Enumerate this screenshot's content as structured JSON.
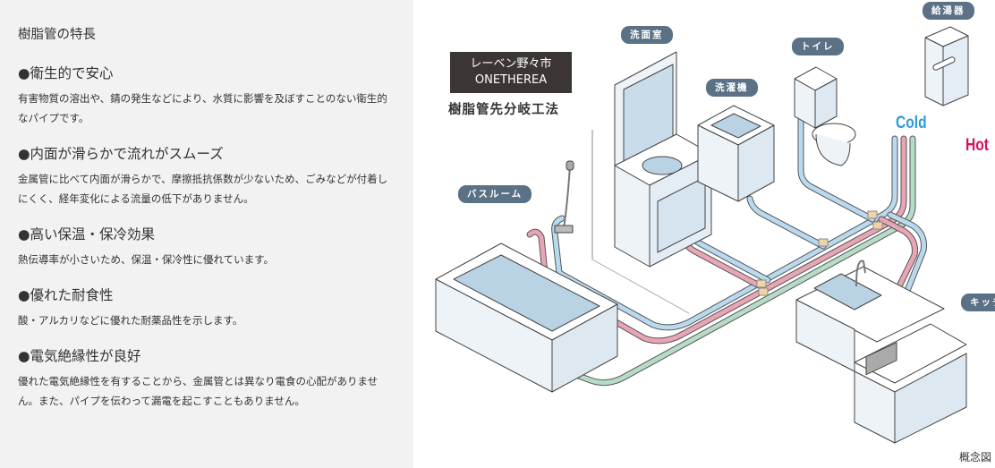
{
  "left_panel": {
    "title": "樹脂管の特長",
    "features": [
      {
        "heading": "●衛生的で安心",
        "body": "有害物質の溶出や、錆の発生などにより、水質に影響を及ぼすことのない衛生的なパイプです。"
      },
      {
        "heading": "●内面が滑らかで流れがスムーズ",
        "body": "金属管に比べて内面が滑らかで、摩擦抵抗係数が少ないため、ごみなどが付着しにくく、経年変化による流量の低下がありません。"
      },
      {
        "heading": "●高い保温・保冷効果",
        "body": "熱伝導率が小さいため、保温・保冷性に優れています。"
      },
      {
        "heading": "●優れた耐食性",
        "body": "酸・アルカリなどに優れた耐薬品性を示します。"
      },
      {
        "heading": "●電気絶縁性が良好",
        "body": "優れた電気絶縁性を有することから、金属管とは異なり電食の心配がありません。また、パイプを伝わって漏電を起こすこともありません。"
      }
    ]
  },
  "diagram": {
    "brand_line1": "レーベン野々市",
    "brand_line2": "ONETHEREA",
    "method": "樹脂管先分岐工法",
    "labels": {
      "washroom": "洗面室",
      "washer": "洗濯機",
      "toilet": "トイレ",
      "water_heater": "給湯器",
      "bathroom": "バスルーム",
      "kitchen": "キッチン"
    },
    "cold_label": "Cold",
    "hot_label": "Hot",
    "caption": "概念図",
    "colors": {
      "cold": "#2e9bd6",
      "hot": "#d6105e",
      "label_bg": "#5a7186",
      "pipe_cold": "#b9d9ef",
      "pipe_hot": "#e8a5b5",
      "pipe_green": "#b6dcc6"
    }
  }
}
